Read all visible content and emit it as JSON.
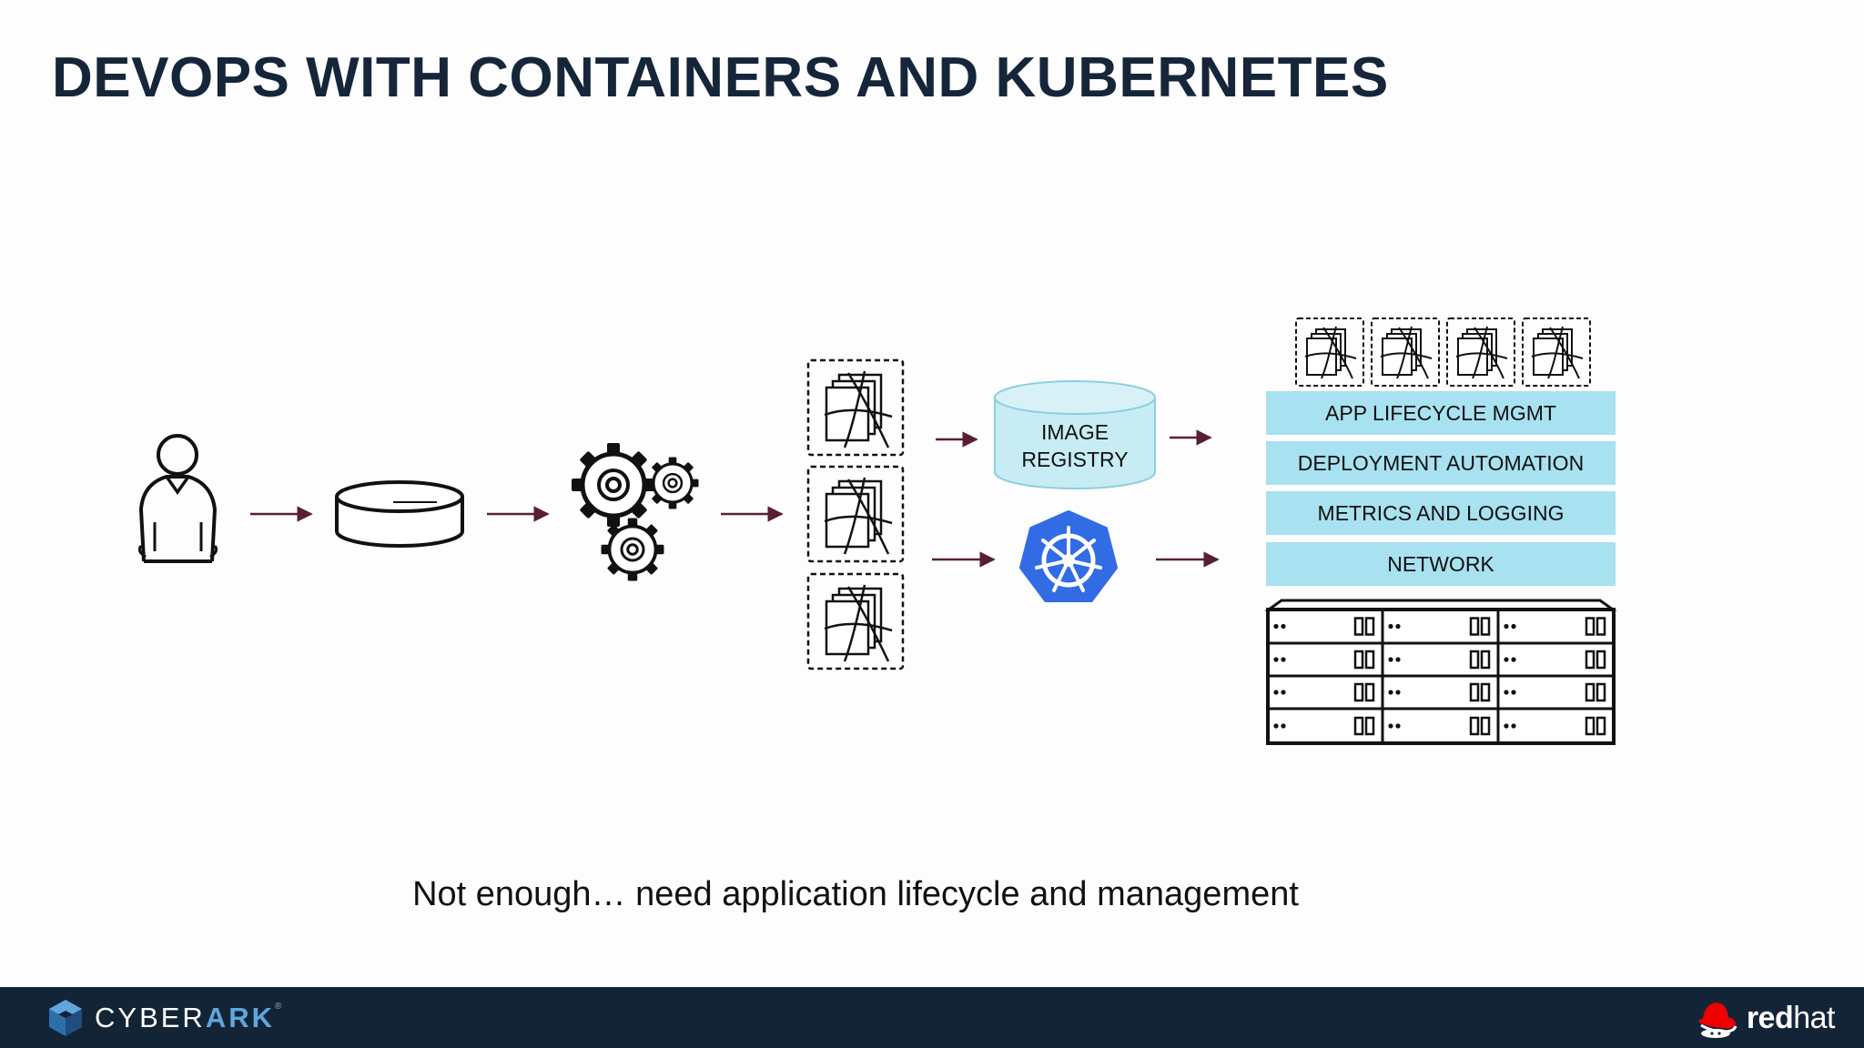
{
  "slide": {
    "title": "DEVOPS WITH CONTAINERS AND KUBERNETES",
    "caption": "Not enough… need application lifecycle and management"
  },
  "diagram": {
    "registry_label_line1": "IMAGE",
    "registry_label_line2": "REGISTRY",
    "platform_layers": [
      "APP LIFECYCLE MGMT",
      "DEPLOYMENT AUTOMATION",
      "METRICS AND LOGGING",
      "NETWORK"
    ],
    "icons": [
      "developer-icon",
      "source-repo-icon",
      "build-gears-icon",
      "container-image-icon",
      "kubernetes-icon",
      "server-rack-icon"
    ],
    "colors": {
      "layer": "#a8e1ef",
      "kubernetes": "#326ce5",
      "arrow": "#5a1f2e",
      "registry": "#c8ecf4"
    }
  },
  "footer": {
    "left_brand": "CYBER",
    "left_brand_accent": "ARK",
    "right_brand_bold": "red",
    "right_brand_light": "hat",
    "colors": {
      "background": "#142437",
      "cyberark_accent": "#5fa6dc",
      "redhat": "#e00"
    }
  }
}
